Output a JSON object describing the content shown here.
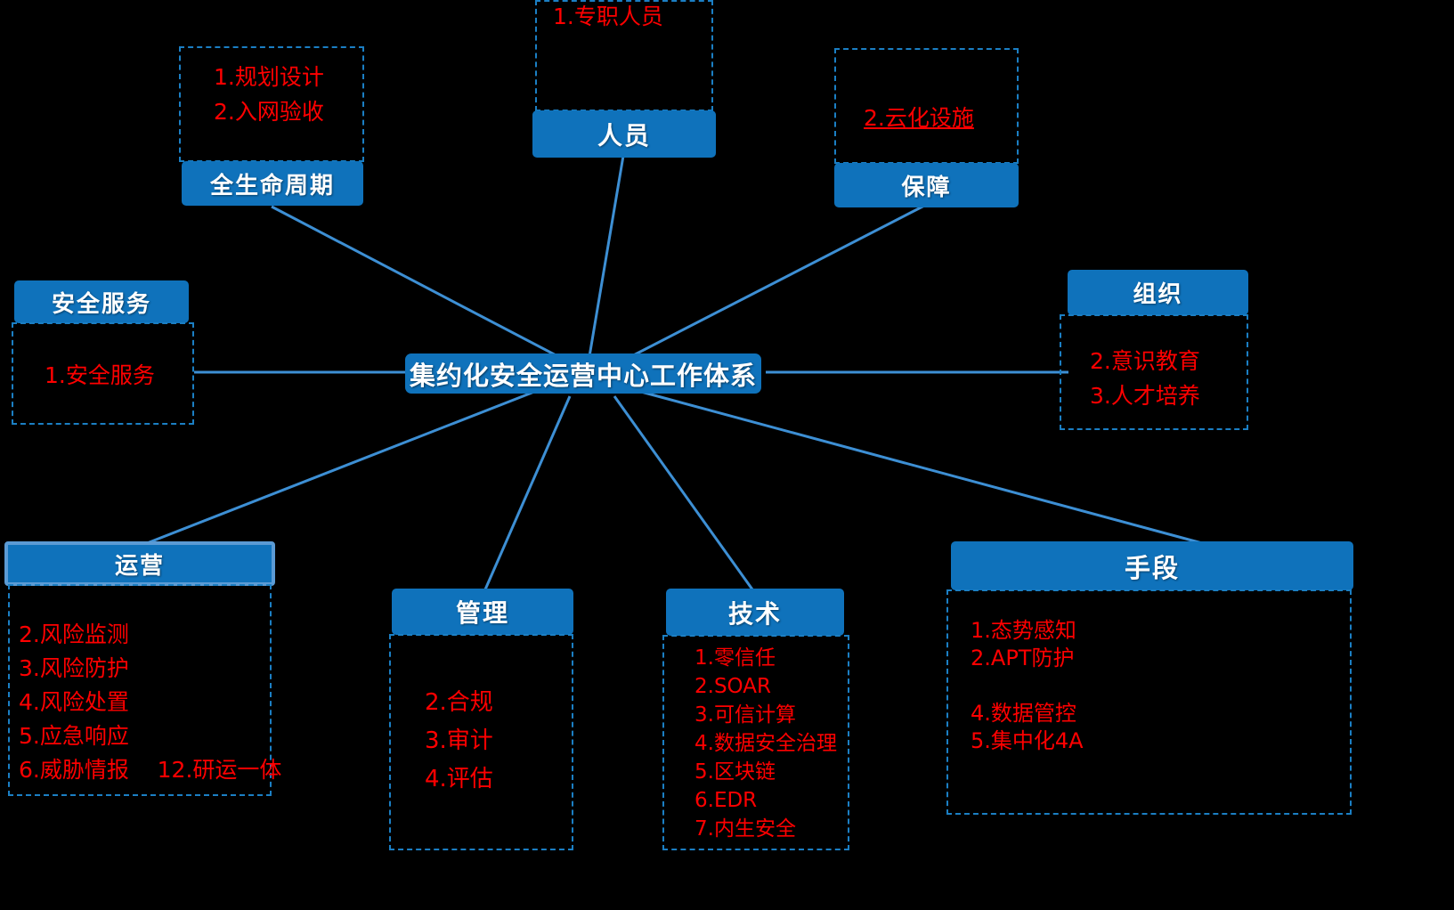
{
  "diagram": {
    "title": "集约化安全运营中心工作体系",
    "colors": {
      "background": "#000000",
      "node_blue": "#0f72bb",
      "connector_blue": "#3d8fd4",
      "panel_dash": "#1b7fc4",
      "selection_blue": "#5b9bd5",
      "item_red": "#ff0000",
      "node_text": "#ffffff"
    },
    "center_node": {
      "label": "集约化安全运营中心工作体系"
    },
    "branches": [
      {
        "id": "personnel",
        "label": "人员",
        "panel_position": "above",
        "items": [
          "1.专职人员"
        ]
      },
      {
        "id": "lifecycle",
        "label": "全生命周期",
        "panel_position": "above",
        "items": [
          "1.规划设计",
          "2.入网验收"
        ]
      },
      {
        "id": "assurance",
        "label": "保障",
        "panel_position": "above",
        "items": [
          "2.云化设施"
        ],
        "underlined_items": [
          "2.云化设施"
        ]
      },
      {
        "id": "organization",
        "label": "组织",
        "panel_position": "below",
        "items": [
          "2.意识教育",
          "3.人才培养"
        ]
      },
      {
        "id": "security-service",
        "label": "安全服务",
        "panel_position": "below",
        "items": [
          "1.安全服务"
        ]
      },
      {
        "id": "operations",
        "label": "运营",
        "panel_position": "below",
        "selected": true,
        "items": [
          "2.风险监测",
          "3.风险防护",
          "4.风险处置",
          "5.应急响应",
          "6.威胁情报    12.研运一体"
        ]
      },
      {
        "id": "management",
        "label": "管理",
        "panel_position": "below",
        "items": [
          "2.合规",
          "3.审计",
          "4.评估"
        ]
      },
      {
        "id": "technology",
        "label": "技术",
        "panel_position": "below",
        "items": [
          "1.零信任",
          "2.SOAR",
          "3.可信计算",
          "4.数据安全治理",
          "5.区块链",
          "6.EDR",
          "7.内生安全"
        ]
      },
      {
        "id": "means",
        "label": "手段",
        "panel_position": "below",
        "items": [
          "1.态势感知",
          "2.APT防护",
          "",
          "4.数据管控",
          "5.集中化4A"
        ]
      }
    ]
  }
}
